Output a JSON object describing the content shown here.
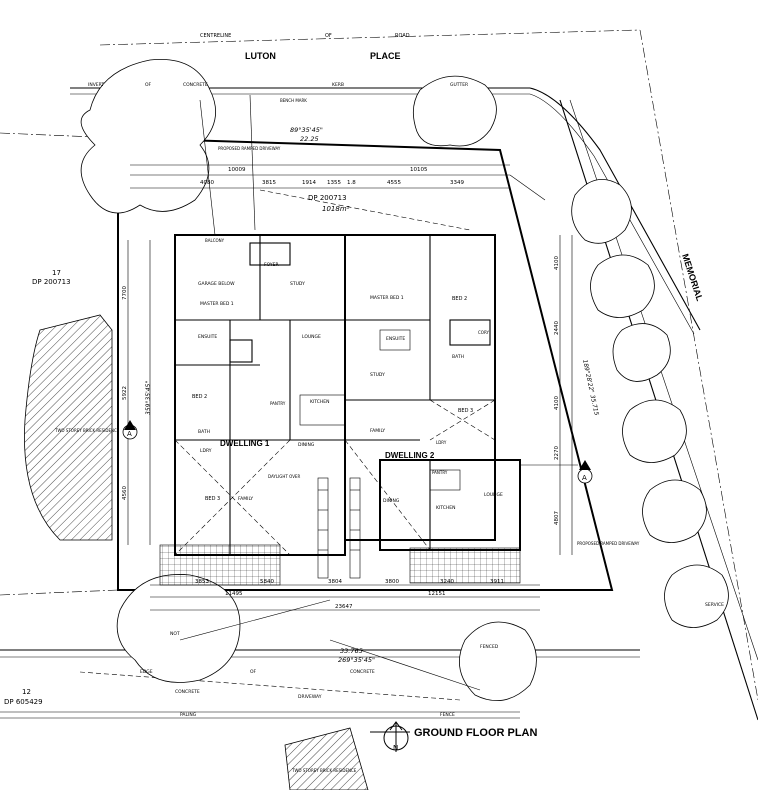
{
  "plan": {
    "title": "GROUND FLOOR PLAN",
    "north": "N",
    "street_top": {
      "words": [
        "LUTON",
        "PLACE"
      ],
      "centreline": [
        "CENTRELINE",
        "OF",
        "ROAD"
      ]
    },
    "street_right": "MEMORIAL",
    "kerb_row": [
      "INVERT",
      "OF",
      "CONCRETE",
      "KERB",
      "GUTTER"
    ],
    "bottom_road": [
      "EDGE",
      "OF",
      "CONCRETE",
      "DRIVEWAY",
      "NOT",
      "FENCED"
    ],
    "bottom_road2": [
      "CONCRETE",
      "DRIVEWAY",
      "PALING",
      "FENCE"
    ]
  },
  "lots": {
    "left": {
      "lot": "17",
      "dp": "DP 200713"
    },
    "centre": {
      "dp": "DP 200713",
      "area": "1018m²"
    },
    "bottom": {
      "lot": "12",
      "dp": "DP 605429"
    }
  },
  "bearings": {
    "top": "89°35'45\"",
    "top_dim": "22.25",
    "bottom": "269°35'45\"",
    "bottom_dim": "33.765",
    "left": "359°35'45\"",
    "right": "189°28'22\" 35.715"
  },
  "dims": {
    "top_row1": [
      "10009",
      "10105"
    ],
    "top_row2": [
      "4080",
      "3815",
      "1914",
      "1355",
      "1.8",
      "4555",
      "3349"
    ],
    "left_col": [
      "7700",
      "5922",
      "4560"
    ],
    "right_col": [
      "4100",
      "2440",
      "4100",
      "2270",
      "4807"
    ],
    "bottom_row1": [
      "3853",
      "5840",
      "3804",
      "3800",
      "3240",
      "3911"
    ],
    "bottom_row2": [
      "11495",
      "12151"
    ],
    "bottom_total": "23647"
  },
  "rooms": {
    "d1": {
      "garage": "GARAGE BELOW",
      "balcony": "BALCONY",
      "foyer": "FOYER",
      "study": "STUDY",
      "master": "MASTER BED 1",
      "ensuite": "ENSUITE",
      "lounge": "LOUNGE",
      "bed2": "BED 2",
      "pantry": "PANTRY",
      "kitchen": "KITCHEN",
      "bath": "BATH",
      "ldry": "LDRY",
      "dwelling": "DWELLING 1",
      "dining": "DINING",
      "bed3": "BED 3",
      "family": "FAMILY",
      "daylight": "DAYLIGHT OVER"
    },
    "d2": {
      "master": "MASTER BED 1",
      "bed2": "BED 2",
      "ensuite": "ENSUITE",
      "study": "STUDY",
      "bath": "BATH",
      "bed3": "BED 3",
      "family": "FAMILY",
      "dwelling": "DWELLING 2",
      "dining": "DINING",
      "lounge": "LOUNGE",
      "kitchen": "KITCHEN",
      "pantry": "PANTRY",
      "ldry": "LDRY",
      "cory": "CORY"
    }
  },
  "labels": {
    "proposed_driveway_l": "PROPOSED RAMPED DRIVEWAY",
    "proposed_driveway_r": "PROPOSED RAMPED DRIVEWAY",
    "neighbour_left": "TWO STOREY BRICK RESIDENCE",
    "neighbour_bottom": "TWO STOREY BRICK RESIDENCE",
    "bench_mark": "BENCH MARK",
    "service": "SERVICE",
    "section": "A"
  }
}
